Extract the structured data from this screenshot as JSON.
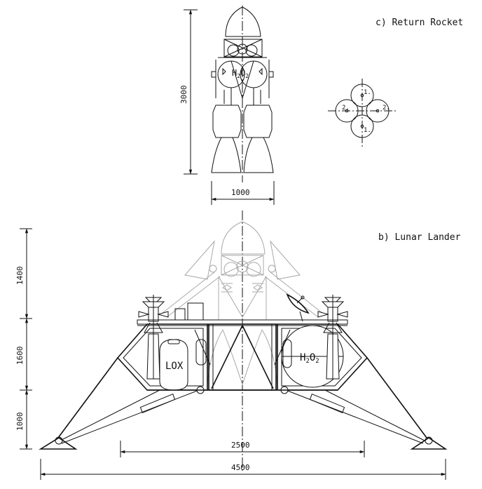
{
  "labels": {
    "return_rocket_title": "c) Return Rocket",
    "lunar_lander_title": "b) Lunar Lander",
    "dim_rocket_height": "3000",
    "dim_rocket_width": "1000",
    "dim_1400": "1400",
    "dim_1600": "1600",
    "dim_1000": "1000",
    "dim_2500": "2500",
    "dim_4500": "4500",
    "tank_left": "LOX",
    "tank_right_main": "H",
    "tank_right_sub1": "2",
    "tank_right_mid": "O",
    "tank_right_sub2": "2",
    "rocket_tank_main": "H",
    "rocket_tank_sub1": "2",
    "rocket_tank_mid": "O",
    "rocket_tank_sub2": "2",
    "plan_label_top": "1.",
    "plan_label_bottom": "1.",
    "plan_label_left": "2.",
    "plan_label_right": "2."
  }
}
